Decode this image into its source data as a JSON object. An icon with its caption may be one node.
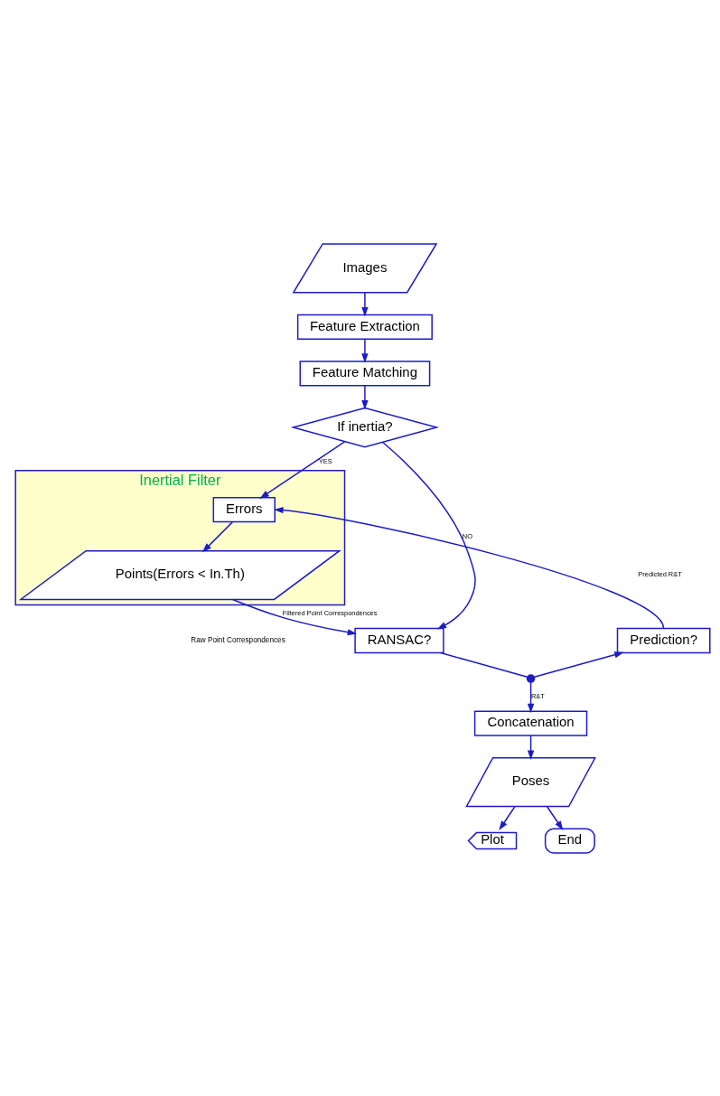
{
  "diagram": {
    "nodes": [
      {
        "text": [
          "Images"
        ]
      },
      {
        "text": [
          "Feature Extraction"
        ]
      },
      {
        "text": [
          "Feature Matching"
        ]
      },
      {
        "text": [
          "If inertia?"
        ]
      },
      {
        "text": [
          "Inertial Filter"
        ]
      },
      {
        "text": [
          "Errors"
        ],
        "in": 4
      },
      {
        "text": [
          "Points(Errors < In.Th)"
        ],
        "in": 4
      },
      {
        "text": [
          "RANSAC?"
        ]
      },
      {
        "text": [
          "Prediction?"
        ]
      },
      {
        "text": [],
        "shape": "circle"
      },
      {
        "text": [
          "Concatenation"
        ]
      },
      {
        "text": [
          "Poses"
        ]
      },
      {
        "text": [
          "Plot"
        ]
      },
      {
        "text": [
          "End"
        ]
      }
    ],
    "edges": [
      {
        "from": 0,
        "to": 1,
        "arrow": "to"
      },
      {
        "from": 1,
        "to": 2,
        "arrow": "to"
      },
      {
        "from": 2,
        "to": 3,
        "arrow": "to"
      },
      {
        "from": 3,
        "to": 5,
        "arrow": "to",
        "label": "YES"
      },
      {
        "from": 5,
        "to": 6,
        "arrow": "to"
      },
      {
        "from": 3,
        "to": 7,
        "arrow": "to",
        "label": "NO"
      },
      {
        "from": 6,
        "to": 7,
        "arrow": "to",
        "label": "Filtered Point Correspondences"
      },
      {
        "from": 7,
        "to": 9,
        "arrow": "none"
      },
      {
        "from": 9,
        "to": 10,
        "arrow": "to",
        "label": "R&T"
      },
      {
        "from": 9,
        "to": 8,
        "arrow": "to"
      },
      {
        "from": 8,
        "to": 5,
        "arrow": "to",
        "label": "Predicted R&T"
      },
      {
        "from": 10,
        "to": 11,
        "arrow": "to"
      },
      {
        "from": 11,
        "to": 12,
        "arrow": "to"
      },
      {
        "from": 11,
        "to": 13,
        "arrow": "to"
      }
    ],
    "labels": [
      "Raw Point Correspondences"
    ]
  }
}
